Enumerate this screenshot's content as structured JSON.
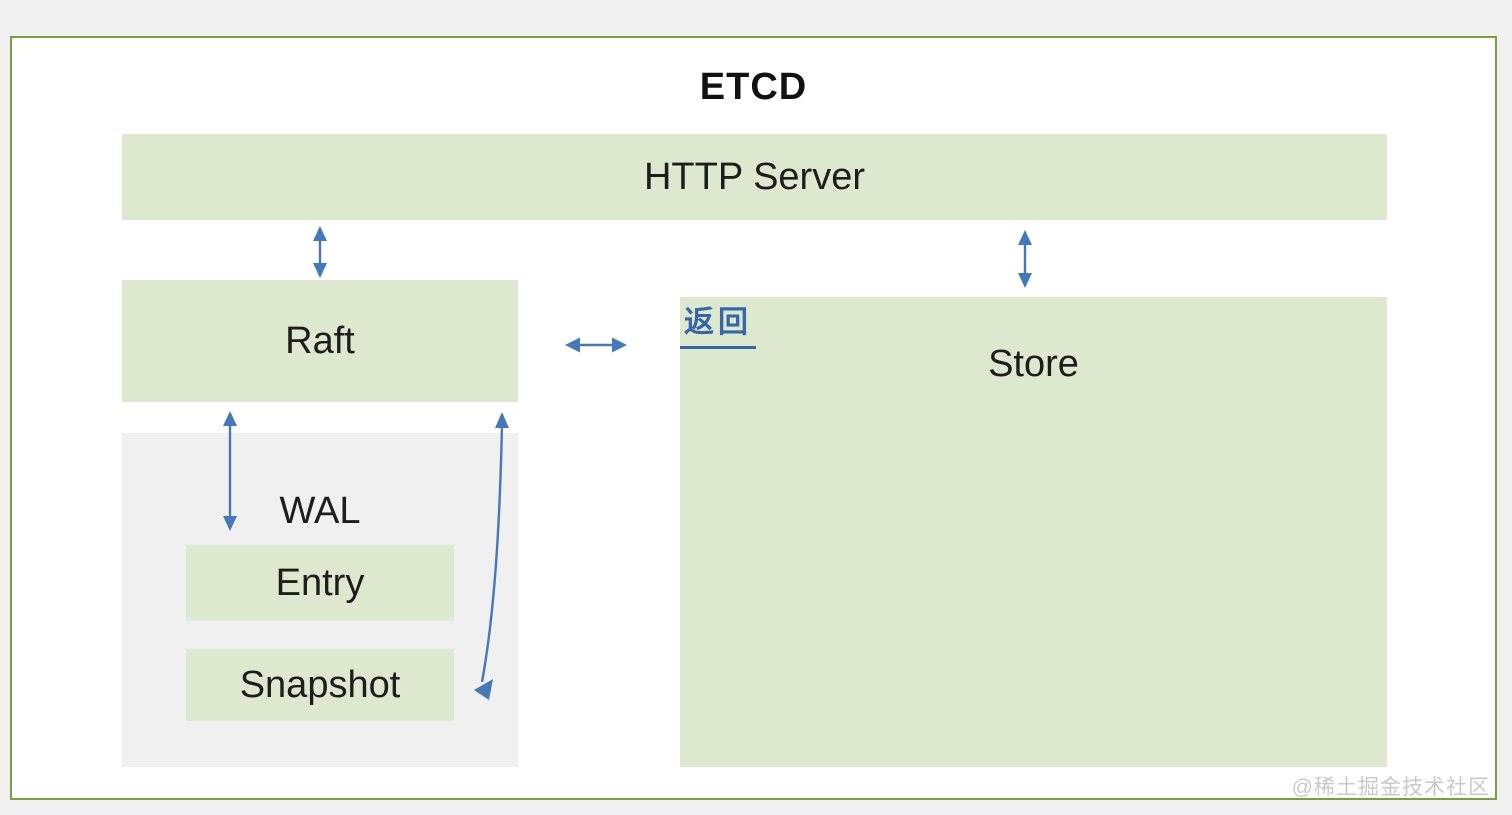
{
  "diagram": {
    "title": "ETCD",
    "nodes": {
      "http_server": {
        "label": "HTTP Server"
      },
      "raft": {
        "label": "Raft"
      },
      "store": {
        "label": "Store",
        "annotation": "返回"
      },
      "wal": {
        "label": "WAL"
      },
      "entry": {
        "label": "Entry"
      },
      "snapshot": {
        "label": "Snapshot"
      }
    },
    "edges": [
      {
        "from": "http_server",
        "to": "raft",
        "type": "bidirectional"
      },
      {
        "from": "http_server",
        "to": "store",
        "type": "bidirectional"
      },
      {
        "from": "raft",
        "to": "store",
        "type": "bidirectional"
      },
      {
        "from": "raft",
        "to": "wal",
        "type": "bidirectional"
      },
      {
        "from": "raft",
        "to": "snapshot",
        "type": "bidirectional"
      }
    ],
    "colors": {
      "box_green": "#dde8ce",
      "box_gray": "#f0f0f0",
      "border_green": "#74a243",
      "arrow_blue": "#4678b8",
      "annotation_blue": "#3566a9",
      "text_dark": "#1d1d1d",
      "watermark_gray": "#c9c9c9"
    }
  },
  "watermark": {
    "text": "@稀土掘金技术社区"
  }
}
